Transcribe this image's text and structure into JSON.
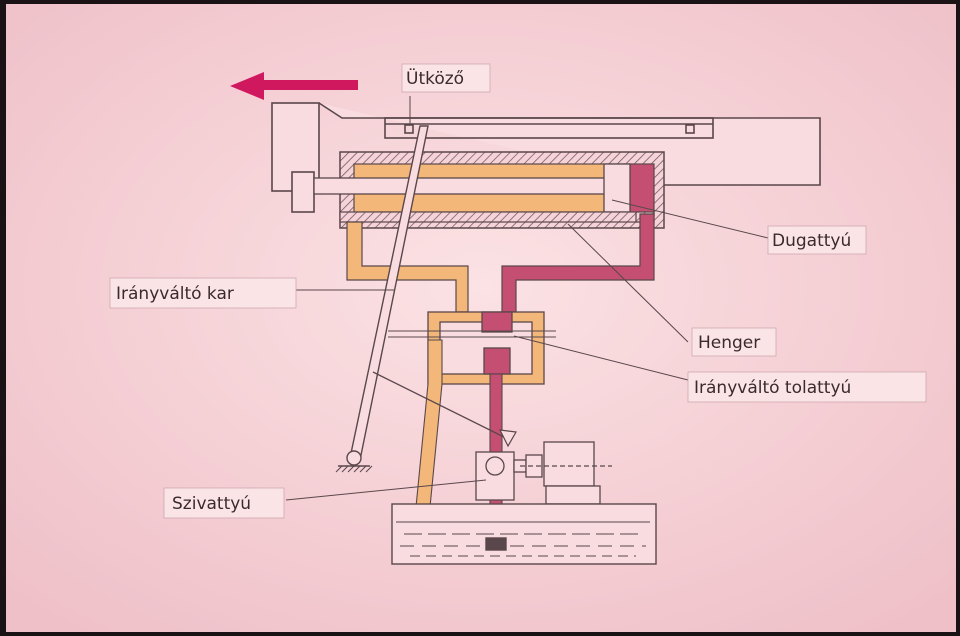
{
  "labels": {
    "stop": "Ütköző",
    "piston": "Dugattyú",
    "reversing_lever": "Irányváltó kar",
    "cylinder": "Henger",
    "reversing_valve": "Irányváltó tolattyú",
    "pump": "Szivattyú"
  },
  "colors": {
    "background": "#f6d3d8",
    "oil_return": "#f3b879",
    "oil_pressure": "#c44f73",
    "arrow": "#d0185f",
    "line": "#5a474b"
  },
  "icons": {
    "direction_arrow": "left-arrow-icon"
  }
}
